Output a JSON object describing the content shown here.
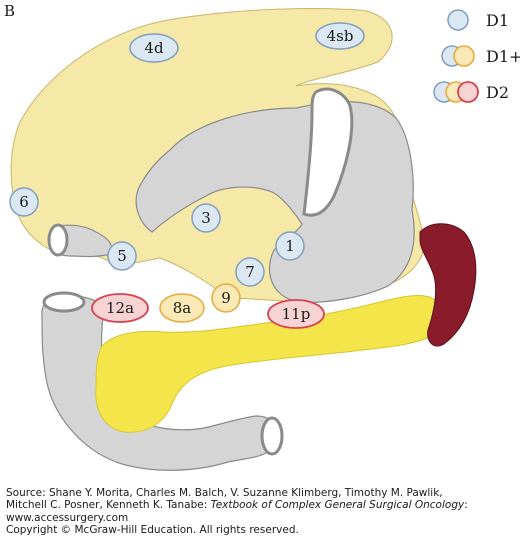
{
  "figure": {
    "panel_letter": "B",
    "colors": {
      "fat": "#f6e8a6",
      "fat_stroke": "#c9b46a",
      "organ": "#d5d5d5",
      "organ_stroke": "#8a8a8a",
      "pancreas": "#f4e64a",
      "spleen": "#8a1b2b",
      "d1_fill": "#dbe7f3",
      "d1_stroke": "#7f9fc0",
      "d1plus_fill": "#fbe9b7",
      "d1plus_stroke": "#e6a93a",
      "d2_fill": "#f8d3d3",
      "d2_stroke": "#d8434f"
    },
    "stations": [
      {
        "label": "4d",
        "level": "d1"
      },
      {
        "label": "4sb",
        "level": "d1"
      },
      {
        "label": "6",
        "level": "d1"
      },
      {
        "label": "3",
        "level": "d1"
      },
      {
        "label": "1",
        "level": "d1"
      },
      {
        "label": "5",
        "level": "d1"
      },
      {
        "label": "7",
        "level": "d1"
      },
      {
        "label": "9",
        "level": "d1plus"
      },
      {
        "label": "8a",
        "level": "d1plus"
      },
      {
        "label": "12a",
        "level": "d2"
      },
      {
        "label": "11p",
        "level": "d2"
      }
    ],
    "legend": [
      {
        "label": "D1",
        "levels": [
          "d1"
        ]
      },
      {
        "label": "D1+",
        "levels": [
          "d1",
          "d1plus"
        ]
      },
      {
        "label": "D2",
        "levels": [
          "d1",
          "d1plus",
          "d2"
        ]
      }
    ]
  },
  "caption": {
    "line1": "Source: Shane Y. Morita, Charles M. Balch, V. Suzanne Klimberg, Timothy M. Pawlik,",
    "line2_prefix": "Mitchell C. Posner, Kenneth K. Tanabe: ",
    "line2_title": "Textbook of Complex General Surgical Oncology",
    "line2_suffix": ":",
    "line3": "www.accessurgery.com",
    "line4": "Copyright © McGraw-Hill Education. All rights reserved."
  }
}
